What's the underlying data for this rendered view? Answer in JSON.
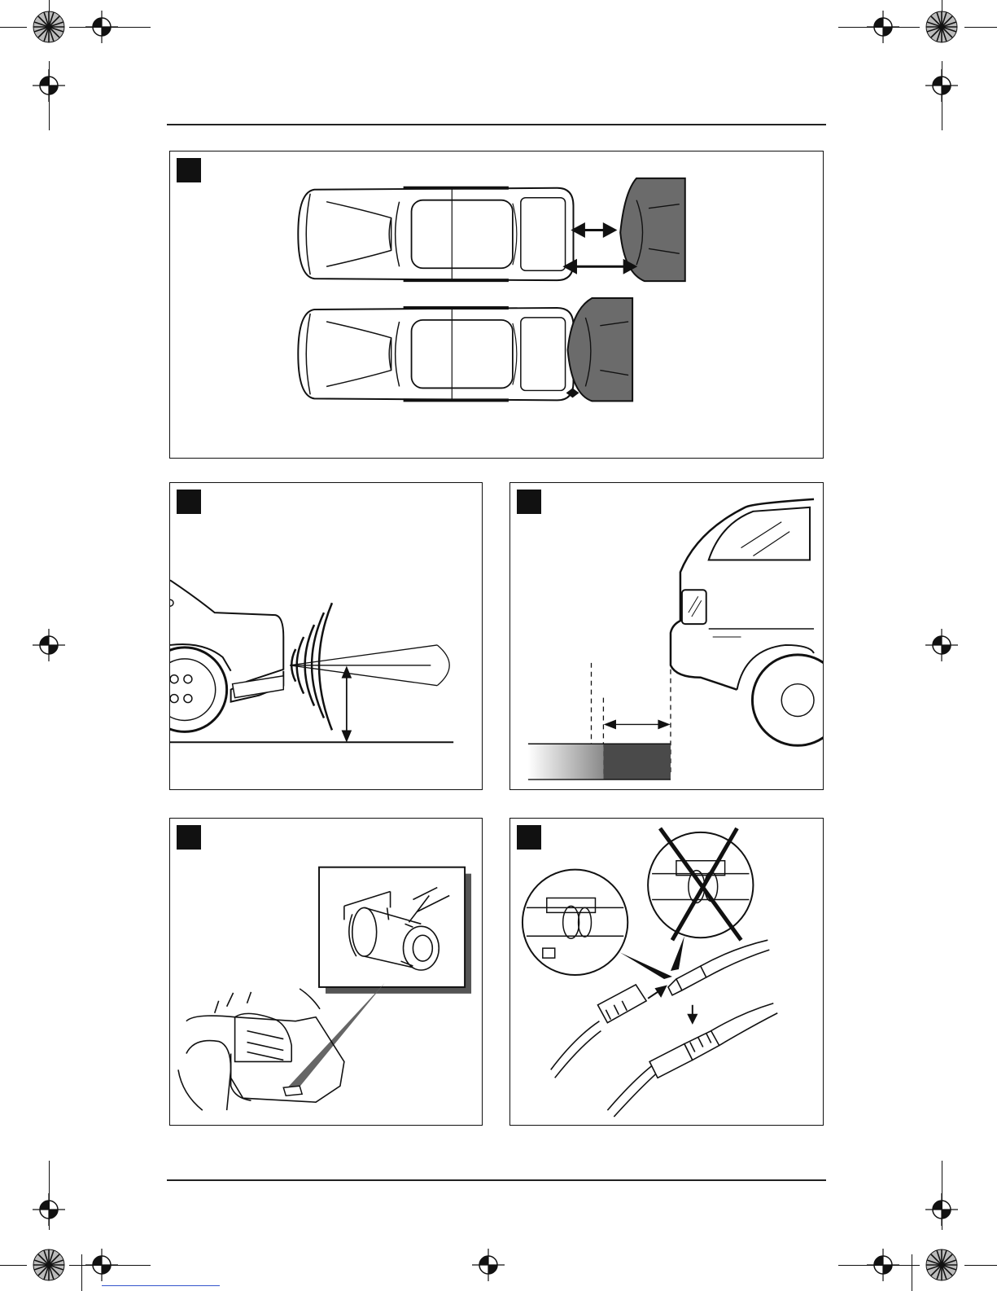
{
  "page": {
    "figures": [
      {
        "id": "fig1",
        "label": ""
      },
      {
        "id": "fig2",
        "label": ""
      },
      {
        "id": "fig3",
        "label": ""
      },
      {
        "id": "fig4",
        "label": ""
      },
      {
        "id": "fig5",
        "label": ""
      }
    ]
  },
  "colors": {
    "ink": "#111111",
    "obstacle": "#6b6b6b",
    "zone_dark": "#4a4a4a"
  }
}
